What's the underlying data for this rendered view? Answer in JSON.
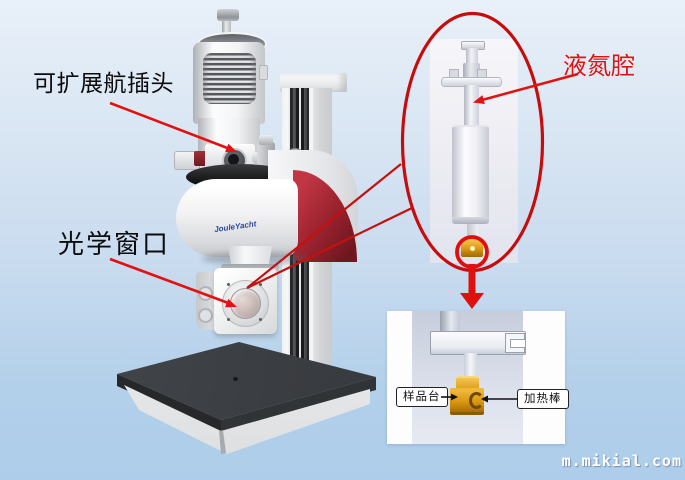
{
  "labels": {
    "plug": "可扩展航插头",
    "optical_window": "光学窗口",
    "ln2_chamber": "液氮腔",
    "sample_stage": "样品台",
    "heating_rod": "加热棒"
  },
  "device": {
    "logo": "JouleYacht"
  },
  "watermark": "m.mikial.com",
  "colors": {
    "annotation_red": "#cc1010",
    "arrow_red": "#e01212",
    "arm_accent_red": "#9e2430",
    "gold_part": "#d9970f",
    "background_top": "#e9f0f9",
    "background_bottom": "#adcdea",
    "base_dark": "#3a3d41"
  }
}
